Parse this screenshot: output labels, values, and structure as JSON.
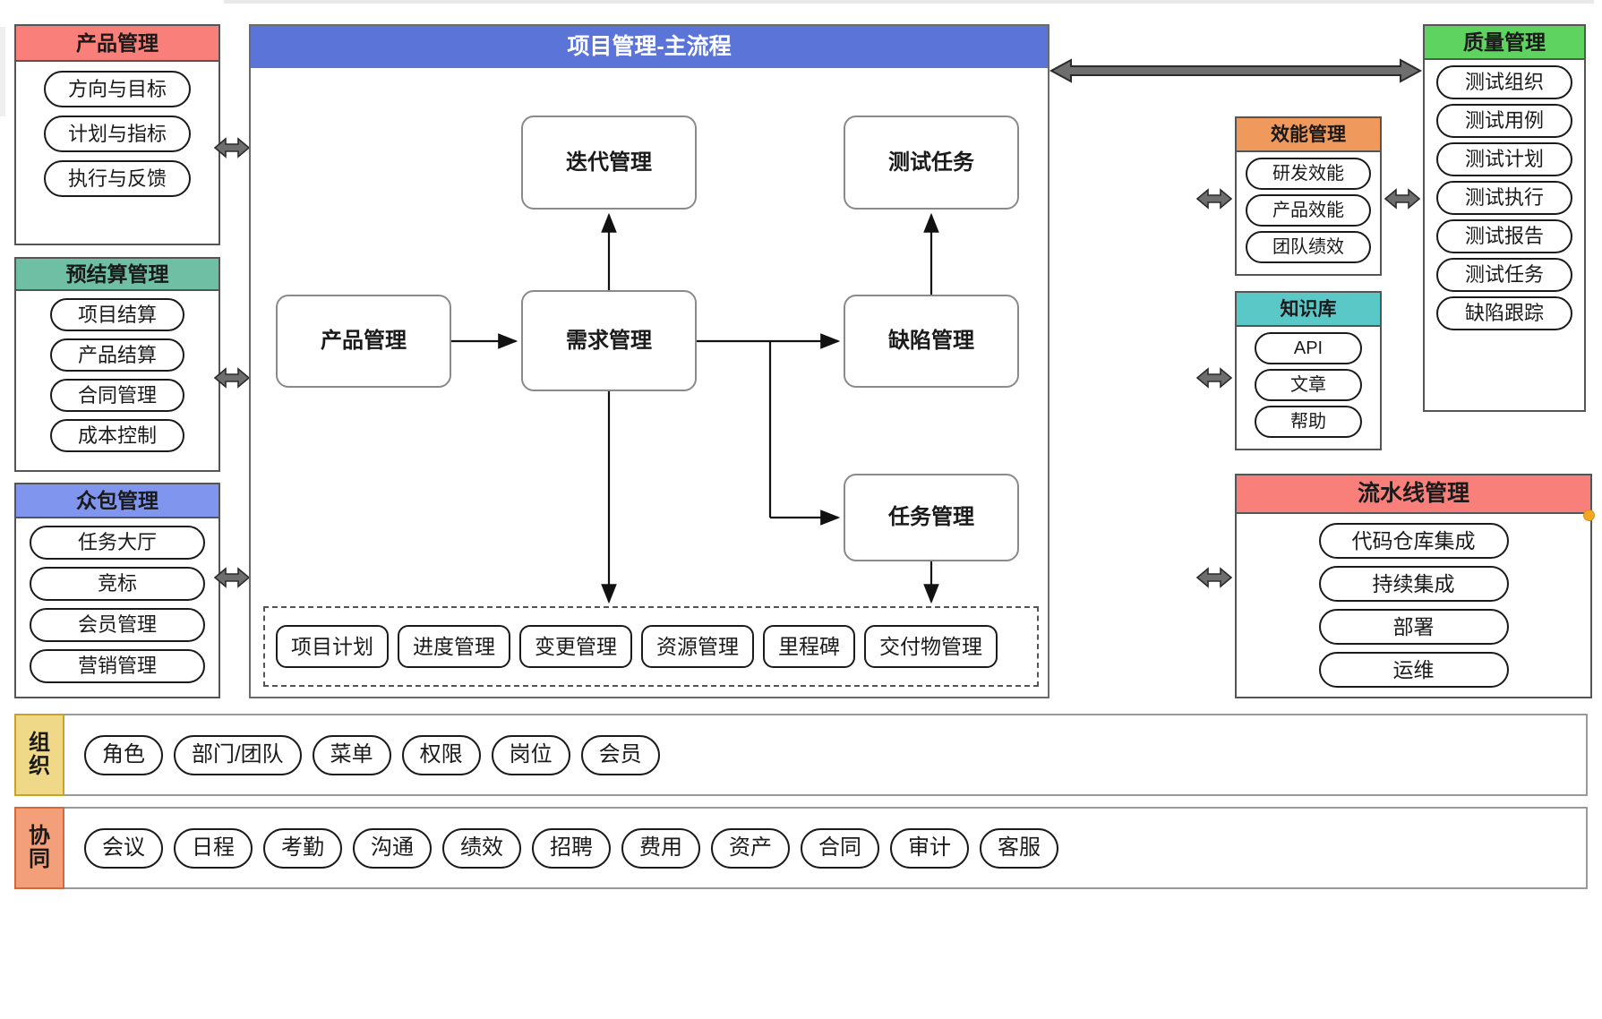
{
  "diagram": {
    "title": "项目管理-主流程"
  },
  "colors": {
    "product_header": "#F9807A",
    "budget_header": "#6FBFA4",
    "crowd_header": "#8096EE",
    "main_title": "#5A74D8",
    "efficiency_header": "#F0995C",
    "knowledge_header": "#5BC8C8",
    "pipeline_header": "#F9807A",
    "quality_header": "#5FD35F",
    "org_label": "#EFD887",
    "coop_label": "#F3A07A",
    "pipeline_dot": "#F5A623"
  },
  "left_panels": [
    {
      "id": "product",
      "title": "产品管理",
      "items": [
        "方向与目标",
        "计划与指标",
        "执行与反馈"
      ]
    },
    {
      "id": "budget",
      "title": "预结算管理",
      "items": [
        "项目结算",
        "产品结算",
        "合同管理",
        "成本控制"
      ]
    },
    {
      "id": "crowd",
      "title": "众包管理",
      "items": [
        "任务大厅",
        "竞标",
        "会员管理",
        "营销管理"
      ]
    }
  ],
  "main_flow": {
    "title": "项目管理-主流程",
    "nodes": {
      "iteration": "迭代管理",
      "test_task": "测试任务",
      "product": "产品管理",
      "demand": "需求管理",
      "defect": "缺陷管理",
      "task": "任务管理"
    },
    "edges": [
      {
        "from": "product",
        "to": "demand"
      },
      {
        "from": "demand",
        "to": "iteration"
      },
      {
        "from": "demand",
        "to": "defect"
      },
      {
        "from": "demand",
        "to": "task"
      },
      {
        "from": "demand",
        "to": "dashed_group"
      },
      {
        "from": "defect",
        "to": "test_task"
      },
      {
        "from": "task",
        "to": "dashed_group"
      }
    ],
    "dashed_group": [
      "项目计划",
      "进度管理",
      "变更管理",
      "资源管理",
      "里程碑",
      "交付物管理"
    ]
  },
  "right_panels": [
    {
      "id": "efficiency",
      "title": "效能管理",
      "items": [
        "研发效能",
        "产品效能",
        "团队绩效"
      ]
    },
    {
      "id": "knowledge",
      "title": "知识库",
      "items": [
        "API",
        "文章",
        "帮助"
      ]
    },
    {
      "id": "pipeline",
      "title": "流水线管理",
      "items": [
        "代码仓库集成",
        "持续集成",
        "部署",
        "运维"
      ]
    },
    {
      "id": "quality",
      "title": "质量管理",
      "items": [
        "测试组织",
        "测试用例",
        "测试计划",
        "测试执行",
        "测试报告",
        "测试任务",
        "缺陷跟踪"
      ]
    }
  ],
  "bottom_bars": [
    {
      "id": "org",
      "label": "组织",
      "items": [
        "角色",
        "部门/团队",
        "菜单",
        "权限",
        "岗位",
        "会员"
      ]
    },
    {
      "id": "coop",
      "label": "协同",
      "items": [
        "会议",
        "日程",
        "考勤",
        "沟通",
        "绩效",
        "招聘",
        "费用",
        "资产",
        "合同",
        "审计",
        "客服"
      ]
    }
  ]
}
